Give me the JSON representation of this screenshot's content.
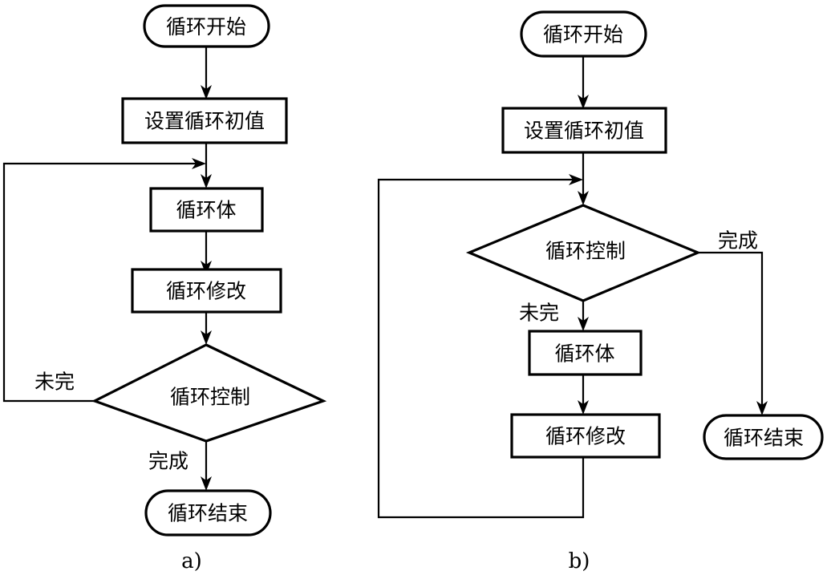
{
  "figure": {
    "caption_a": "a)",
    "caption_b": "b)",
    "background_color": "#ffffff",
    "line_color": "#000000"
  },
  "diagram_a": {
    "name": "do-while-loop-flowchart",
    "nodes": {
      "start": {
        "label": "循环开始",
        "shape": "terminator"
      },
      "init": {
        "label": "设置循环初值",
        "shape": "process"
      },
      "body": {
        "label": "循环体",
        "shape": "process"
      },
      "modify": {
        "label": "循环修改",
        "shape": "process"
      },
      "control": {
        "label": "循环控制",
        "shape": "decision"
      },
      "end": {
        "label": "循环结束",
        "shape": "terminator"
      }
    },
    "edge_labels": {
      "not_done": "未完",
      "done": "完成"
    }
  },
  "diagram_b": {
    "name": "while-loop-flowchart",
    "nodes": {
      "start": {
        "label": "循环开始",
        "shape": "terminator"
      },
      "init": {
        "label": "设置循环初值",
        "shape": "process"
      },
      "control": {
        "label": "循环控制",
        "shape": "decision"
      },
      "body": {
        "label": "循环体",
        "shape": "process"
      },
      "modify": {
        "label": "循环修改",
        "shape": "process"
      },
      "end": {
        "label": "循环结束",
        "shape": "terminator"
      }
    },
    "edge_labels": {
      "not_done": "未完",
      "done": "完成"
    }
  }
}
